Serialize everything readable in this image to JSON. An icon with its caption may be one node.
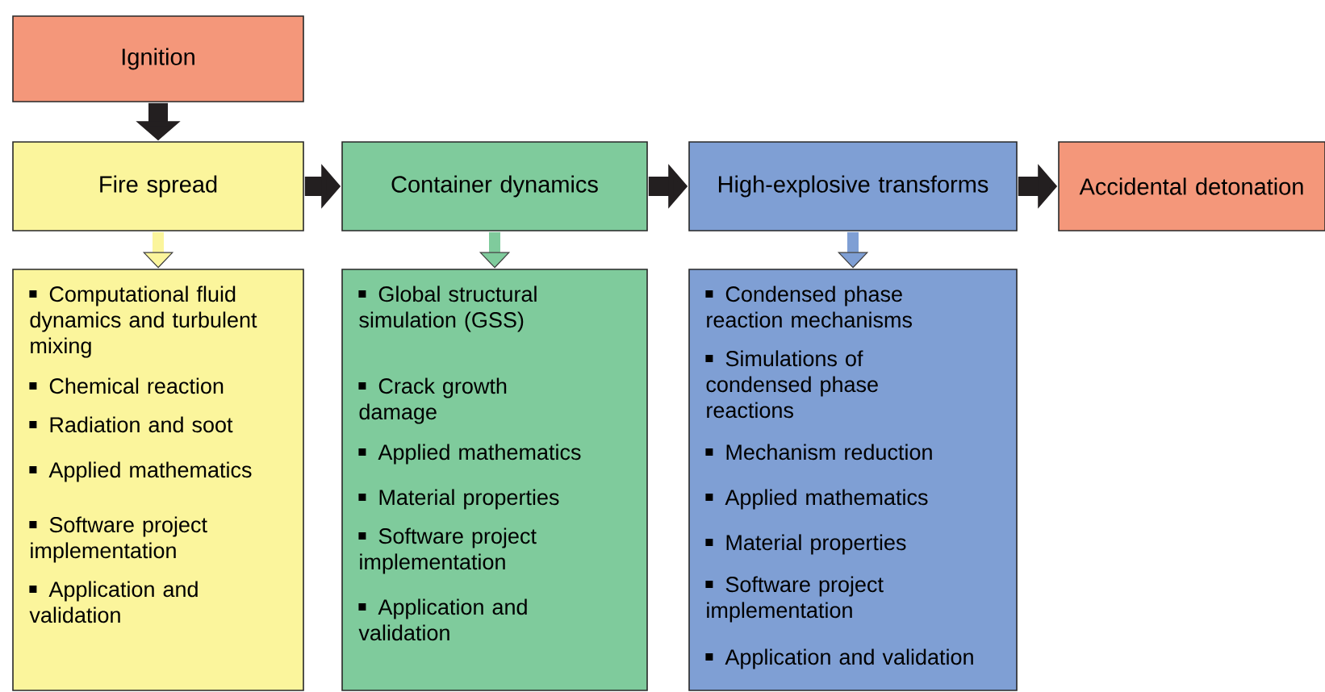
{
  "diagram": {
    "nodes": [
      {
        "text": [
          "Ignition"
        ]
      },
      {
        "text": [
          "Fire spread"
        ]
      },
      {
        "text": [
          "Container dynamics"
        ]
      },
      {
        "text": [
          "High-explosive transforms"
        ]
      },
      {
        "text": [
          "Accidental detonation"
        ]
      },
      {
        "text": [
          "Computational fluid dynamics and turbulent mixing",
          "Chemical reaction",
          "Radiation and soot",
          "Applied mathematics",
          "Software project implementation",
          "Application and validation"
        ]
      },
      {
        "text": [
          "Global structural simulation (GSS)",
          "Crack growth damage",
          "Applied mathematics",
          "Material properties",
          "Software project implementation",
          "Application and validation"
        ]
      },
      {
        "text": [
          "Condensed phase reaction mechanisms",
          "Simulations of condensed phase reactions",
          "Mechanism reduction",
          "Applied mathematics",
          "Material properties",
          "Software project implementation",
          "Application and validation"
        ]
      }
    ],
    "edges": [
      {
        "from": 0,
        "to": 1,
        "arrow": "to"
      },
      {
        "from": 1,
        "to": 2,
        "arrow": "to"
      },
      {
        "from": 2,
        "to": 3,
        "arrow": "to"
      },
      {
        "from": 3,
        "to": 4,
        "arrow": "to"
      },
      {
        "from": 1,
        "to": 5,
        "arrow": "to",
        "color": "#fbf59c"
      },
      {
        "from": 2,
        "to": 6,
        "arrow": "to",
        "color": "#7fcb9c"
      },
      {
        "from": 3,
        "to": 7,
        "arrow": "to",
        "color": "#7f9fd4"
      }
    ]
  }
}
